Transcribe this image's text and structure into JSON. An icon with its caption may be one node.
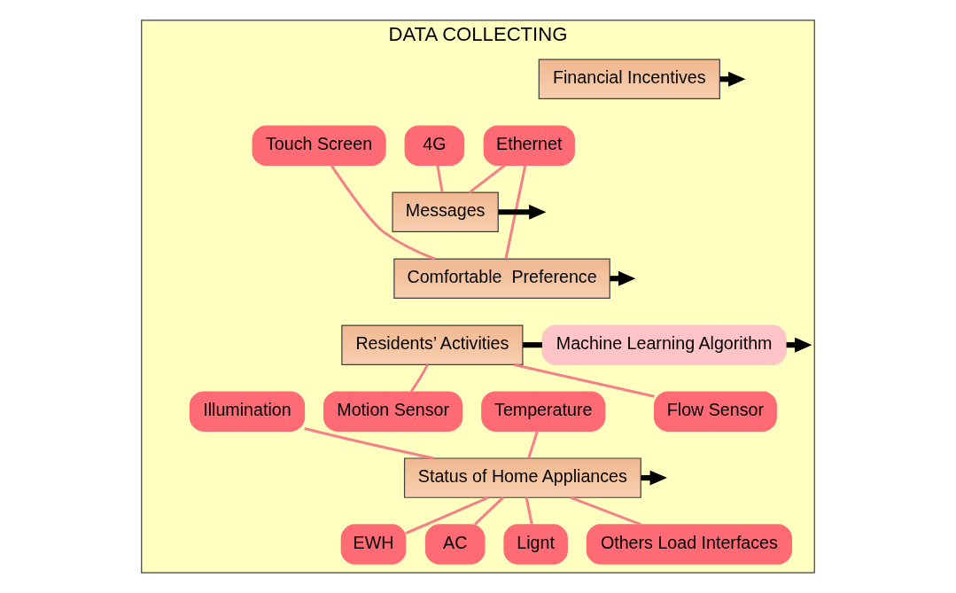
{
  "diagram": {
    "nodes": [
      {
        "text": [
          "DATA COLLECTING"
        ]
      },
      {
        "text": [
          "Financial Incentives"
        ],
        "in": 0
      },
      {
        "text": [
          "Touch Screen"
        ],
        "in": 0
      },
      {
        "text": [
          "Ethernet"
        ],
        "in": 0
      },
      {
        "text": [
          "4G"
        ],
        "in": 0
      },
      {
        "text": [
          "Messages"
        ],
        "in": 0
      },
      {
        "text": [
          "Comfortable  Preference"
        ],
        "in": 0
      },
      {
        "text": [
          "Residents’ Activities"
        ],
        "in": 0
      },
      {
        "text": [
          "Machine Learning Algorithm"
        ],
        "in": 0
      },
      {
        "text": [
          "Motion Sensor"
        ],
        "in": 0
      },
      {
        "text": [
          "Flow Sensor"
        ],
        "in": 0
      },
      {
        "text": [
          "Illumination"
        ],
        "in": 0
      },
      {
        "text": [
          "Temperature"
        ],
        "in": 0
      },
      {
        "text": [
          "Status of Home Appliances"
        ],
        "in": 0
      },
      {
        "text": [
          "EWH"
        ],
        "in": 0
      },
      {
        "text": [
          "AC"
        ],
        "in": 0
      },
      {
        "text": [
          "Lignt"
        ],
        "in": 0
      },
      {
        "text": [
          "Others Load Interfaces"
        ],
        "in": 0
      }
    ],
    "edges": [
      {
        "from": 1,
        "to": null,
        "arrow": "to",
        "style": "thick",
        "color": "#000000"
      },
      {
        "from": 3,
        "to": 5,
        "arrow": "none"
      },
      {
        "from": 4,
        "to": 5,
        "arrow": "none"
      },
      {
        "from": 5,
        "to": null,
        "arrow": "to",
        "style": "thick",
        "color": "#000000"
      },
      {
        "from": 2,
        "to": 6,
        "arrow": "none"
      },
      {
        "from": 3,
        "to": 6,
        "arrow": "none"
      },
      {
        "from": 6,
        "to": null,
        "arrow": "to",
        "style": "thick",
        "color": "#000000"
      },
      {
        "from": 7,
        "to": 8,
        "arrow": "none",
        "style": "thick",
        "color": "#000000"
      },
      {
        "from": 8,
        "to": null,
        "arrow": "to",
        "style": "thick",
        "color": "#000000"
      },
      {
        "from": 9,
        "to": 7,
        "arrow": "none"
      },
      {
        "from": 10,
        "to": 7,
        "arrow": "none"
      },
      {
        "from": 11,
        "to": 13,
        "arrow": "none"
      },
      {
        "from": 12,
        "to": 13,
        "arrow": "none"
      },
      {
        "from": 13,
        "to": null,
        "arrow": "to",
        "style": "thick",
        "color": "#000000"
      },
      {
        "from": 13,
        "to": 14,
        "arrow": "none"
      },
      {
        "from": 13,
        "to": 15,
        "arrow": "none"
      },
      {
        "from": 13,
        "to": 16,
        "arrow": "none"
      },
      {
        "from": 13,
        "to": 17,
        "arrow": "none"
      }
    ]
  }
}
